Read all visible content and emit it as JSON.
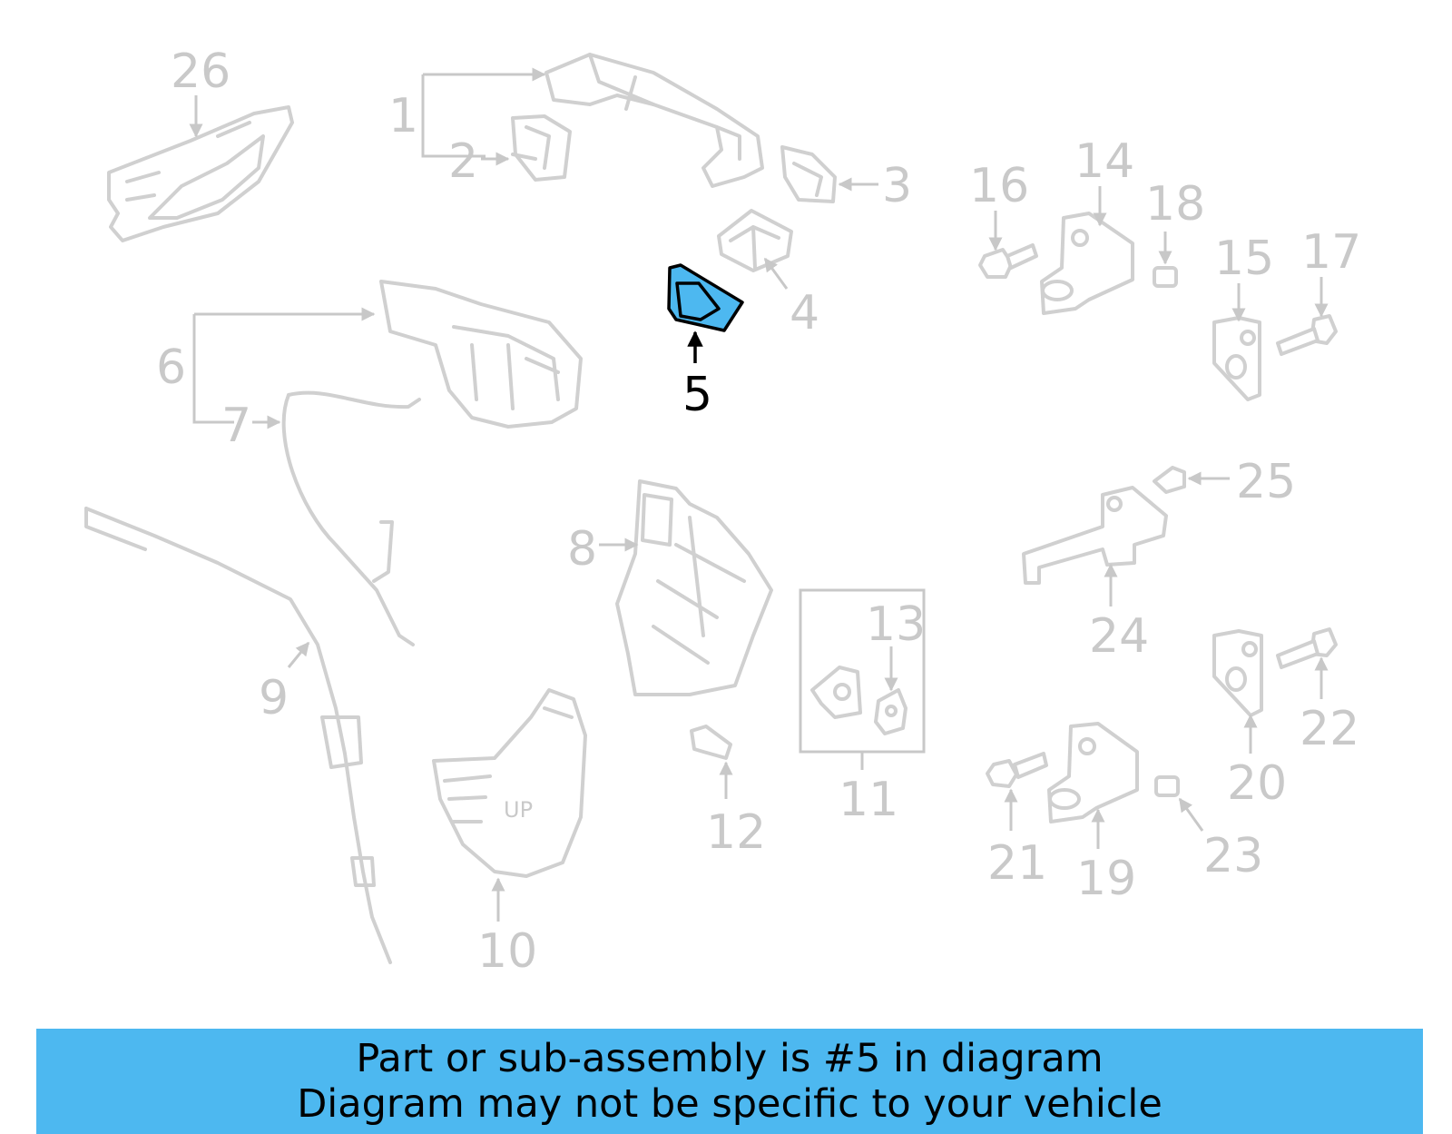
{
  "colors": {
    "highlight": "#4db8f0",
    "banner_bg": "#4db8f0",
    "faded_part": "#d0d0d0",
    "active_callout": "#000000"
  },
  "diagram": {
    "highlighted_callout": "5",
    "callouts": {
      "c1": "1",
      "c2": "2",
      "c3": "3",
      "c4": "4",
      "c5": "5",
      "c6": "6",
      "c7": "7",
      "c8": "8",
      "c9": "9",
      "c10": "10",
      "c11": "11",
      "c12": "12",
      "c13": "13",
      "c14": "14",
      "c15": "15",
      "c16": "16",
      "c17": "17",
      "c18": "18",
      "c19": "19",
      "c20": "20",
      "c21": "21",
      "c22": "22",
      "c23": "23",
      "c24": "24",
      "c25": "25",
      "c26": "26"
    },
    "stamp_text": "UP"
  },
  "banner": {
    "line1": "Part or sub-assembly is #5 in diagram",
    "line2": "Diagram may not be specific to your vehicle"
  }
}
